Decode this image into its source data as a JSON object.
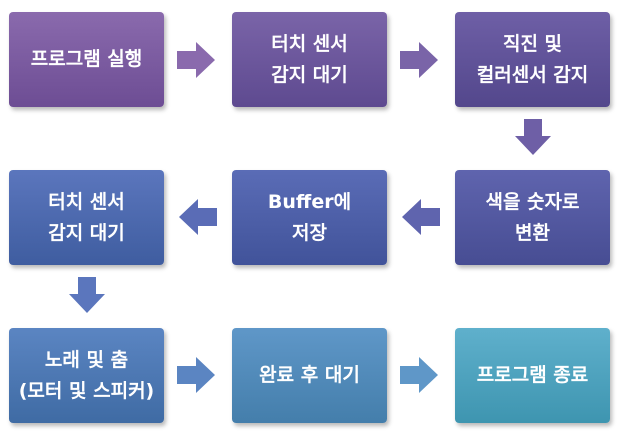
{
  "steps": [
    {
      "id": "program-run",
      "lines": [
        "프로그램 실행"
      ]
    },
    {
      "id": "touch-wait-1",
      "lines": [
        "터치 센서",
        "감지 대기"
      ]
    },
    {
      "id": "line-color-detect",
      "lines": [
        "직진 및",
        "컬러센서 감지"
      ]
    },
    {
      "id": "color-to-number",
      "lines": [
        "색을 숫자로",
        "변환"
      ]
    },
    {
      "id": "buffer-store",
      "lines": [
        "Buffer에",
        "저장"
      ]
    },
    {
      "id": "touch-wait-2",
      "lines": [
        "터치 센서",
        "감지 대기"
      ]
    },
    {
      "id": "song-dance",
      "lines": [
        "노래 및 춤",
        "(모터 및 스피커)"
      ]
    },
    {
      "id": "done-wait",
      "lines": [
        "완료 후 대기"
      ]
    },
    {
      "id": "program-end",
      "lines": [
        "프로그램 종료"
      ]
    }
  ],
  "arrows": [
    {
      "from": "program-run",
      "to": "touch-wait-1",
      "direction": "right",
      "color": "#8a6aad"
    },
    {
      "from": "touch-wait-1",
      "to": "line-color-detect",
      "direction": "right",
      "color": "#7a64a8"
    },
    {
      "from": "line-color-detect",
      "to": "color-to-number",
      "direction": "down",
      "color": "#6e5fa6"
    },
    {
      "from": "color-to-number",
      "to": "buffer-store",
      "direction": "left",
      "color": "#5f64ae"
    },
    {
      "from": "buffer-store",
      "to": "touch-wait-2",
      "direction": "left",
      "color": "#5a6cb6"
    },
    {
      "from": "touch-wait-2",
      "to": "song-dance",
      "direction": "down",
      "color": "#5b76bd"
    },
    {
      "from": "song-dance",
      "to": "done-wait",
      "direction": "right",
      "color": "#5b85c2"
    },
    {
      "from": "done-wait",
      "to": "program-end",
      "direction": "right",
      "color": "#5f97c8"
    }
  ]
}
